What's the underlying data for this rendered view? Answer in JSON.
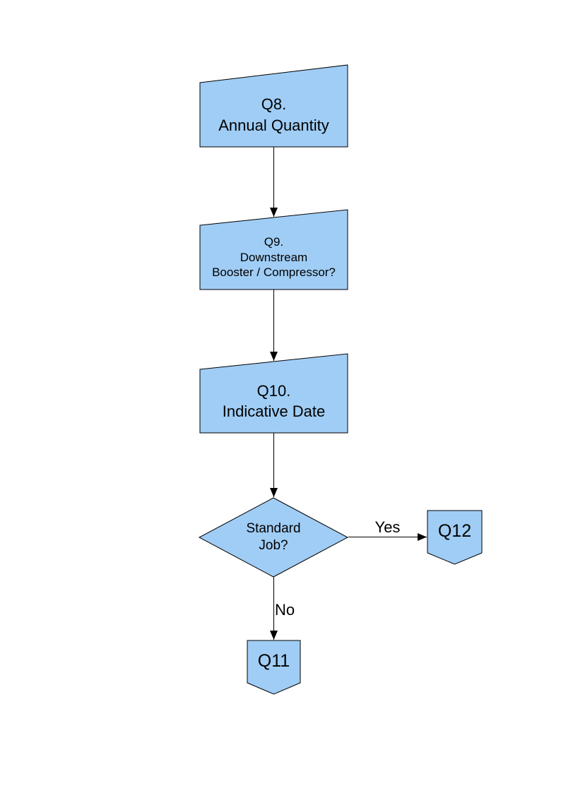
{
  "page": {
    "background": "#ffffff"
  },
  "flowchart": {
    "node_fill": "#A0CDF5",
    "node_stroke": "#000000",
    "connector_color": "#000000",
    "text_color": "#000000",
    "nodes": [
      {
        "id": "q8",
        "shape": "manual-input",
        "label": "Q8.\nAnnual Quantity"
      },
      {
        "id": "q9",
        "shape": "manual-input",
        "label": "Q9.\nDownstream\nBooster / Compressor?"
      },
      {
        "id": "q10",
        "shape": "manual-input",
        "label": "Q10.\nIndicative Date"
      },
      {
        "id": "standard-job",
        "shape": "decision",
        "label": "Standard\nJob?"
      },
      {
        "id": "q12",
        "shape": "off-page-connector",
        "label": "Q12"
      },
      {
        "id": "q11",
        "shape": "off-page-connector",
        "label": "Q11"
      }
    ],
    "edges": [
      {
        "from": "q8",
        "to": "q9",
        "label": ""
      },
      {
        "from": "q9",
        "to": "q10",
        "label": ""
      },
      {
        "from": "q10",
        "to": "standard-job",
        "label": ""
      },
      {
        "from": "standard-job",
        "to": "q12",
        "label": "Yes"
      },
      {
        "from": "standard-job",
        "to": "q11",
        "label": "No"
      }
    ]
  }
}
